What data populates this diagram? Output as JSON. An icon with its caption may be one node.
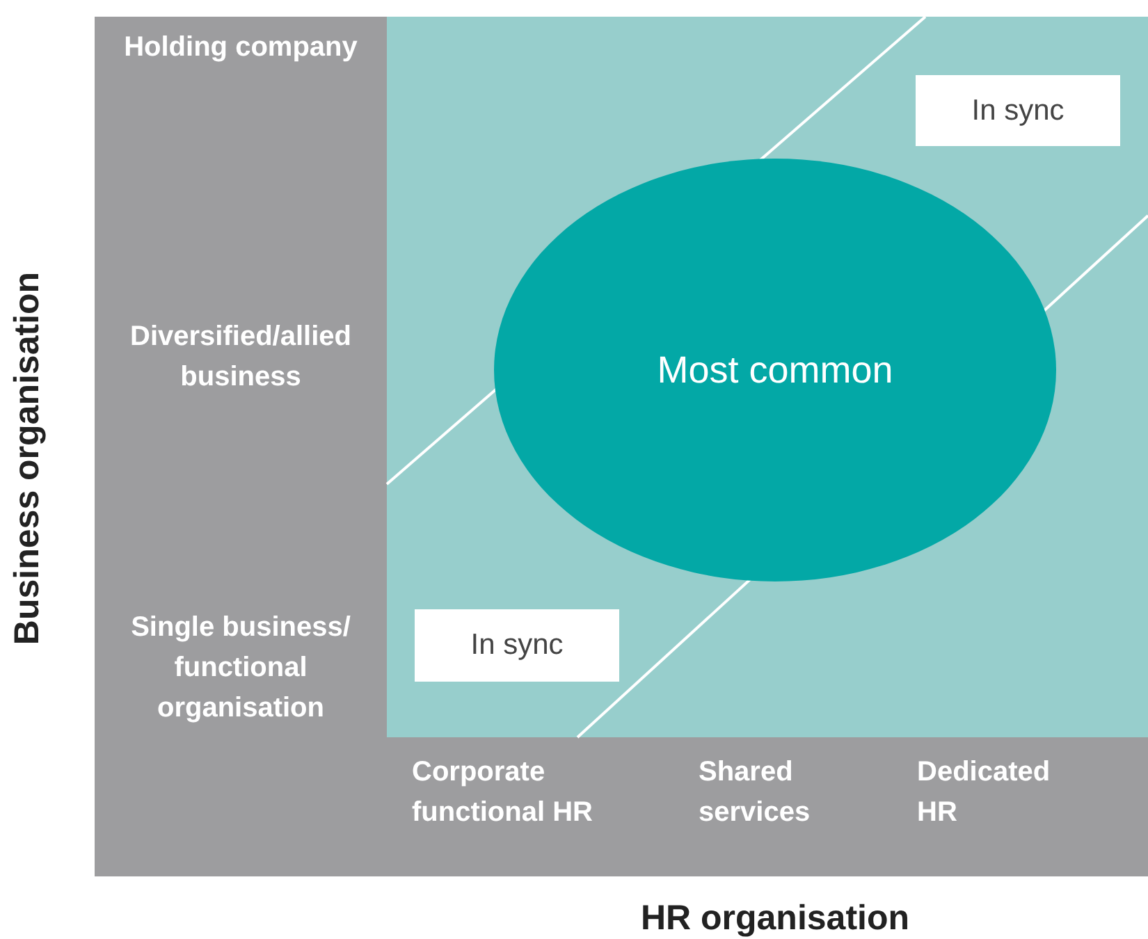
{
  "diagram": {
    "nodes": [
      {
        "text": [
          "In sync"
        ]
      },
      {
        "text": [
          "Most common"
        ]
      },
      {
        "text": [
          "In sync"
        ]
      }
    ],
    "labels": [
      "Holding company",
      "Diversified/allied business",
      "Single business/ functional organisation",
      "Business organisation",
      "Corporate functional HR",
      "Shared services",
      "Dedicated HR",
      "HR organisation"
    ]
  }
}
